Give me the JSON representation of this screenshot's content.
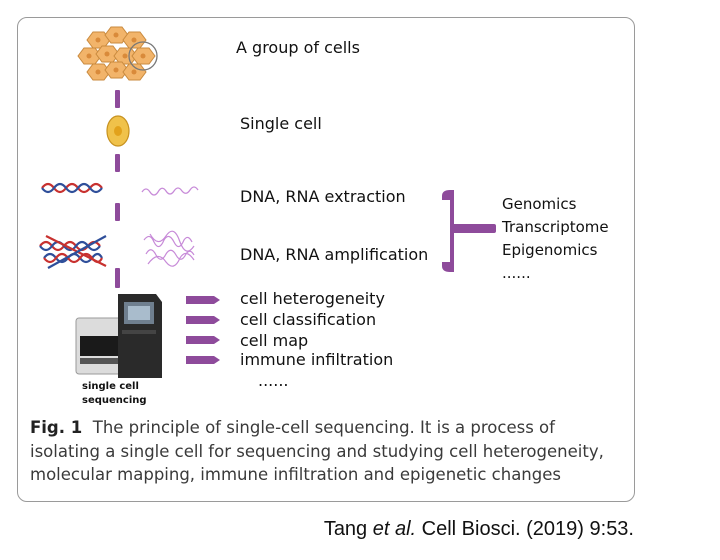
{
  "diagram": {
    "stage_labels": {
      "group": "A group of cells",
      "single": "Single cell",
      "extraction": "DNA, RNA extraction",
      "amplification": "DNA, RNA amplification"
    },
    "omics": [
      "Genomics",
      "Transcriptome",
      "Epigenomics",
      "......"
    ],
    "applications": [
      "cell heterogeneity",
      "cell classification",
      "cell map",
      "immune infiltration",
      "......"
    ],
    "machine_label_line1": "single cell",
    "machine_label_line2": "sequencing",
    "colors": {
      "accent": "#8e4b9b",
      "cell_fill": "#f2b46a",
      "single_cell": "#f0c24a",
      "dna_red": "#c8312f",
      "dna_blue": "#2f4f9a"
    }
  },
  "caption": {
    "fig_label": "Fig. 1",
    "text": "The principle of single-cell sequencing. It is a process of isolating a single cell for sequencing and studying cell heterogeneity, molecular mapping, immune infiltration and epigenetic changes"
  },
  "citation": {
    "author": "Tang ",
    "etal": "et al.",
    "rest": " Cell Biosci. (2019) 9:53."
  }
}
